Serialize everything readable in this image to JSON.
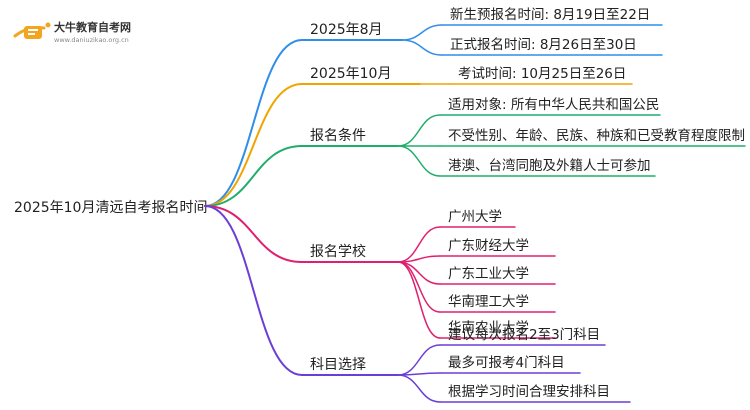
{
  "logo": {
    "title": "大牛教育自考网",
    "url": "www.daniuzikao.org.cn"
  },
  "root": "2025年10月清远自考报名时间",
  "colors": {
    "blue": "#2f8ee8",
    "orange": "#f0a400",
    "green": "#1fae6a",
    "pink": "#e0206f",
    "purple": "#6b3fd6"
  },
  "branches": [
    {
      "label": "2025年8月",
      "color": "blue",
      "leaves": [
        "新生预报名时间: 8月19日至22日",
        "正式报名时间: 8月26日至30日"
      ]
    },
    {
      "label": "2025年10月",
      "color": "orange",
      "leaves": [
        "考试时间: 10月25日至26日"
      ]
    },
    {
      "label": "报名条件",
      "color": "green",
      "leaves": [
        "适用对象: 所有中华人民共和国公民",
        "不受性别、年龄、民族、种族和已受教育程度限制",
        "港澳、台湾同胞及外籍人士可参加"
      ]
    },
    {
      "label": "报名学校",
      "color": "pink",
      "leaves": [
        "广州大学",
        "广东财经大学",
        "广东工业大学",
        "华南理工大学",
        "华南农业大学"
      ]
    },
    {
      "label": "科目选择",
      "color": "purple",
      "leaves": [
        "建议每次报名2至3门科目",
        "最多可报考4门科目",
        "根据学习时间合理安排科目"
      ]
    }
  ]
}
